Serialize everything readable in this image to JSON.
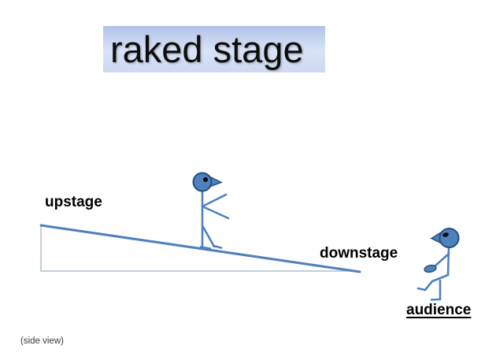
{
  "slide": {
    "title": "raked stage",
    "caption": "(side view)",
    "background": "#ffffff"
  },
  "diagram": {
    "labels": {
      "upstage": "upstage",
      "downstage": "downstage",
      "audience": "audience"
    },
    "figures": [
      {
        "name": "performer-stick-figure",
        "pose": "standing on the raked slope, facing right toward downstage"
      },
      {
        "name": "audience-stick-figure",
        "pose": "seated at right, facing left toward the stage"
      }
    ],
    "ramp": {
      "description": "right triangle, tall end at left (upstage) sloping down to a point at right (downstage)",
      "slope_line_color": "#4f81bd",
      "thin_edge_color": "#9fafca"
    },
    "colors": {
      "figure_fill": "#4f81bd",
      "figure_outline": "#24507f",
      "title_box_gradient_top": "#afc2e8",
      "title_box_gradient_bottom": "#cdd9f1",
      "text": "#000000",
      "caption_text": "#3a3a3a"
    }
  }
}
